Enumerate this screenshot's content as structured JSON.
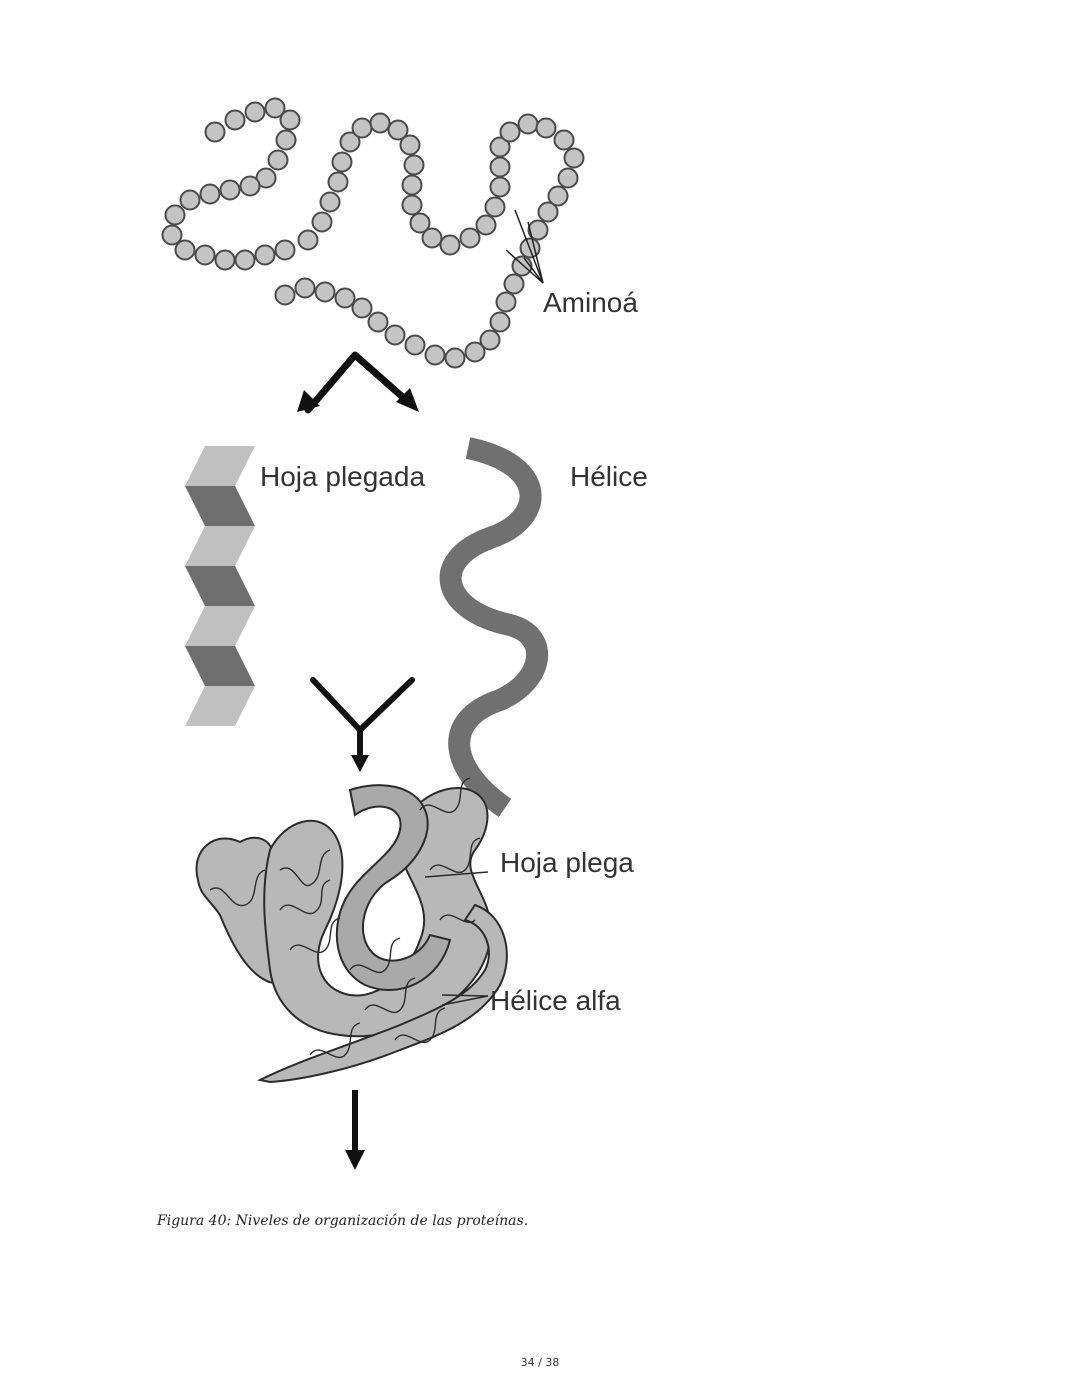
{
  "figure": {
    "labels": {
      "amino": "Aminoá",
      "sheet": "Hoja plegada",
      "helix": "Hélice",
      "sheet_tertiary": "Hoja plega",
      "helix_tertiary": "Hélice alfa"
    },
    "colors": {
      "bead_fill": "#c4c4c4",
      "bead_stroke": "#4a4a4a",
      "sheet_light": "#c0c0c0",
      "sheet_dark": "#6e6e6e",
      "helix": "#707070",
      "protein_fill": "#b8b8b8",
      "arrow": "#111111"
    }
  },
  "caption": "Figura 40: Niveles de organización de las proteínas.",
  "page_number": "34 / 38"
}
